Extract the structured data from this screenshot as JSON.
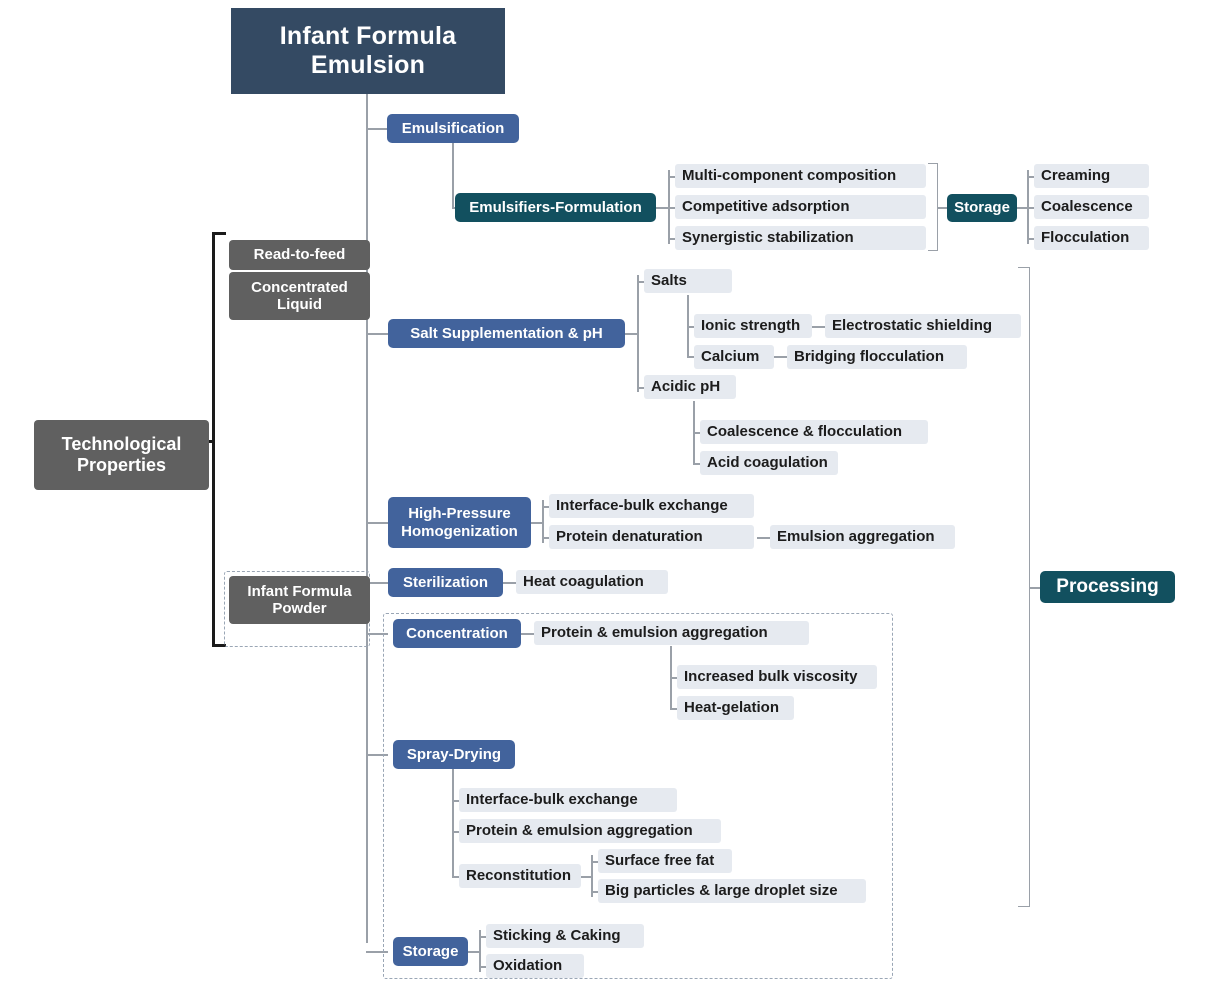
{
  "diagram": {
    "title": "Infant Formula Emulsion",
    "type": "mind-map",
    "colors": {
      "root": "#344a63",
      "process": "#42639c",
      "category": "#12505f",
      "product_form": "#606060",
      "leaf": "#e6eaf0",
      "connector": "#9aa0a8",
      "bracket_dark": "#1a1a1a",
      "dashed_group": "#9aa6b5"
    },
    "root": {
      "label": "Infant Formula\nEmulsion"
    },
    "side_labels": {
      "technological_properties": "Technological\nProperties",
      "processing": "Processing",
      "storage": "Storage"
    },
    "product_forms": [
      {
        "label": "Read-to-feed"
      },
      {
        "label": "Concentrated\nLiquid"
      },
      {
        "label": "Infant Formula\nPowder"
      }
    ],
    "branches": {
      "emulsification": {
        "label": "Emulsification",
        "child": {
          "label": "Emulsifiers-Formulation",
          "leaves": [
            "Multi-component composition",
            "Competitive adsorption",
            "Synergistic stabilization"
          ]
        },
        "storage_leaves": [
          "Creaming",
          "Coalescence",
          "Flocculation"
        ]
      },
      "salt_ph": {
        "label": "Salt Supplementation & pH",
        "salts": {
          "label": "Salts",
          "items": [
            {
              "label": "Ionic strength",
              "effect": "Electrostatic shielding"
            },
            {
              "label": "Calcium",
              "effect": "Bridging flocculation"
            }
          ]
        },
        "acidic_ph": {
          "label": "Acidic pH",
          "leaves": [
            "Coalescence & flocculation",
            "Acid coagulation"
          ]
        }
      },
      "hph": {
        "label": "High-Pressure\nHomogenization",
        "leaves": [
          {
            "label": "Interface-bulk exchange",
            "effect": null
          },
          {
            "label": "Protein denaturation",
            "effect": "Emulsion aggregation"
          }
        ]
      },
      "sterilization": {
        "label": "Sterilization",
        "leaves": [
          "Heat coagulation"
        ]
      },
      "concentration": {
        "label": "Concentration",
        "leaf": "Protein & emulsion aggregation",
        "sub_leaves": [
          "Increased bulk viscosity",
          "Heat-gelation"
        ]
      },
      "spray_drying": {
        "label": "Spray-Drying",
        "leaves": [
          "Interface-bulk exchange",
          "Protein & emulsion aggregation"
        ],
        "reconstitution": {
          "label": "Reconstitution",
          "leaves": [
            "Surface free fat",
            "Big particles & large droplet size"
          ]
        }
      },
      "powder_storage": {
        "label": "Storage",
        "leaves": [
          "Sticking & Caking",
          "Oxidation"
        ]
      }
    }
  }
}
